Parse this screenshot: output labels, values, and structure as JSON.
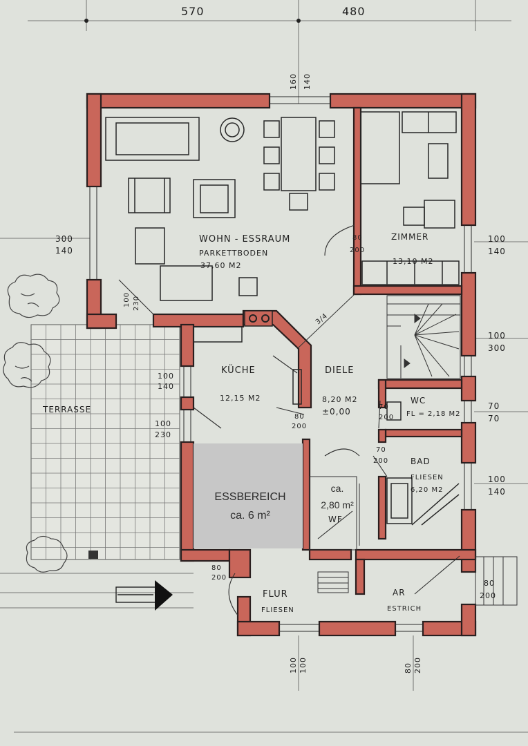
{
  "colors": {
    "paper": "#dfe2dc",
    "wall": "#c9665a",
    "ink": "#1e1e1e",
    "highlight": "#c7c7c7"
  },
  "top_dims": [
    "570",
    "480"
  ],
  "rooms": {
    "wohn": {
      "name": "WOHN - ESSRAUM",
      "floor": "PARKETTBODEN",
      "area": "37,60 M2"
    },
    "zimmer": {
      "name": "ZIMMER",
      "area": "13,10 M2"
    },
    "kueche": {
      "name": "KÜCHE",
      "area": "12,15 M2"
    },
    "diele": {
      "name": "DIELE",
      "area": "8,20 M2"
    },
    "wc": {
      "name": "WC",
      "info": "FL = 2,18 M2"
    },
    "bad": {
      "name": "BAD",
      "floor": "FLIESEN",
      "area": "6,20 M2"
    },
    "flur": {
      "name": "FLUR",
      "floor": "FLIESEN"
    },
    "ar": {
      "name": "AR",
      "floor": "ESTRICH"
    },
    "terrasse": {
      "name": "TERRASSE"
    },
    "essbereich": {
      "name": "ESSBEREICH",
      "area": "ca. 6 m²"
    },
    "nische": {
      "line1": "ca.",
      "line2": "2,80 m²",
      "tag": "WF"
    }
  },
  "level_mark": "±0,00",
  "stair_tag": "3/4",
  "openings": {
    "top_door": [
      "160",
      "140"
    ],
    "left_upper": [
      "300",
      "140"
    ],
    "right_upper": [
      "100",
      "140"
    ],
    "right_stair": [
      "100",
      "300"
    ],
    "right_wc": [
      "70",
      "70"
    ],
    "right_bad": [
      "100",
      "140"
    ],
    "terr_door": [
      "100",
      "230"
    ],
    "kueche_win1": [
      "100",
      "140"
    ],
    "kueche_win2": [
      "100",
      "230"
    ],
    "zimmer_door": [
      "80",
      "200"
    ],
    "diele_door": [
      "80",
      "200"
    ],
    "wc_door": [
      "70",
      "200"
    ],
    "bad_door": [
      "70",
      "200"
    ],
    "flur_door": [
      "80",
      "200"
    ],
    "bottom_left": [
      "100",
      "100"
    ],
    "bottom_right": [
      "80",
      "200"
    ],
    "side_right": [
      "80",
      "200"
    ]
  }
}
